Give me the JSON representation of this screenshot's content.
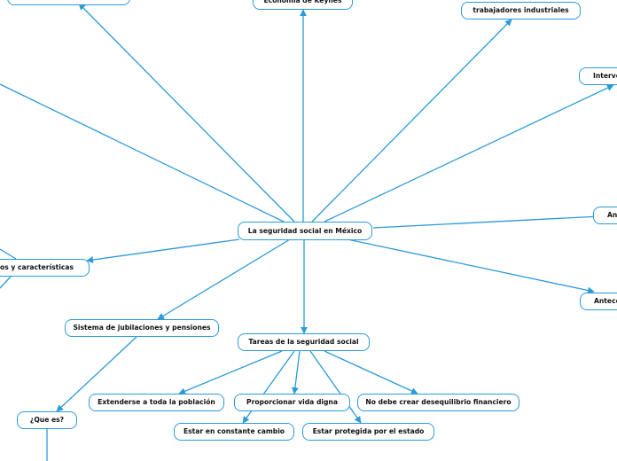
{
  "colors": {
    "line": "#2b9ad8",
    "node_border": "#2b9ad8",
    "text": "#111111",
    "background": "#ffffff"
  },
  "nodes": {
    "root": "La seguridad social en México",
    "top_left": "",
    "keynes": "Economía de Keynes",
    "trabajadores": "trabajadores industriales",
    "intervencion": "Interve",
    "an": "An",
    "antecedentes": "Antece",
    "objetos": "etos y características",
    "jubilaciones": "Sistema de jubilaciones y pensiones",
    "tareas": "Tareas de la seguridad social",
    "extenderse": "Extenderse a toda la población",
    "vida_digna": "Proporcionar vida digna",
    "desequilibrio": "No debe crear desequilibrio financiero",
    "cambio": "Estar en constante cambio",
    "protegida": "Estar protegida por el estado",
    "que_es": "¿Que es?"
  }
}
